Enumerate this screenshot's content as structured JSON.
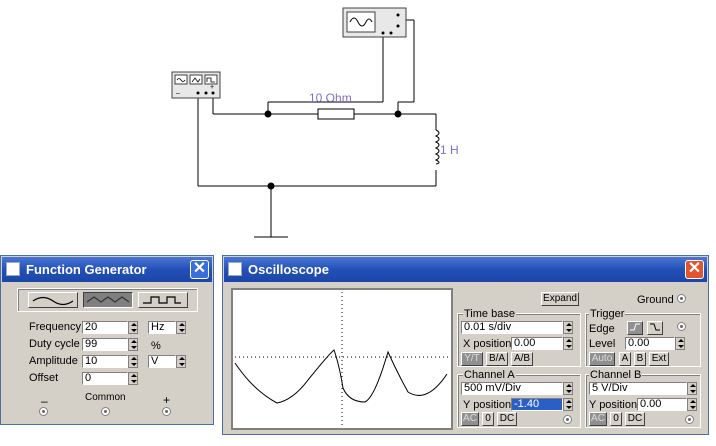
{
  "circuit": {
    "resistor_label": "10  Ohm",
    "inductor_label": "1 H"
  },
  "function_generator": {
    "title": "Function Generator",
    "close_label": "✕",
    "waveforms": [
      "sine-wave-icon",
      "triangle-wave-icon",
      "square-wave-icon"
    ],
    "selected_waveform": "triangle",
    "frequency": {
      "label": "Frequency",
      "value": "20",
      "unit": "Hz"
    },
    "duty_cycle": {
      "label": "Duty cycle",
      "value": "99",
      "unit": "%"
    },
    "amplitude": {
      "label": "Amplitude",
      "value": "10",
      "unit": "V"
    },
    "offset": {
      "label": "Offset",
      "value": "0"
    },
    "terminals": {
      "minus": "–",
      "common": "Common",
      "plus": "+"
    }
  },
  "oscilloscope": {
    "title": "Oscilloscope",
    "close_label": "✕",
    "expand_label": "Expand",
    "ground_label": "Ground",
    "time_base": {
      "label": "Time base",
      "value": "0.01 s/div",
      "x_position_label": "X position",
      "x_position": "0.00",
      "modes": [
        "Y/T",
        "B/A",
        "A/B"
      ]
    },
    "trigger": {
      "label": "Trigger",
      "edge_label": "Edge",
      "level_label": "Level",
      "level_value": "0.00",
      "sources": [
        "Auto",
        "A",
        "B",
        "Ext"
      ]
    },
    "channel_a": {
      "label": "Channel A",
      "scale": "500 mV/Div",
      "y_position_label": "Y position",
      "y_position": "-1.40",
      "coupling": [
        "AC",
        "0",
        "DC"
      ]
    },
    "channel_b": {
      "label": "Channel B",
      "scale": "5  V/Div",
      "y_position_label": "Y position",
      "y_position": "0.00",
      "coupling": [
        "AC",
        "0",
        "DC"
      ]
    }
  },
  "colors": {
    "titlebar": "#2350b8",
    "window_bg": "#d4d0c8",
    "wire": "#000000",
    "label": "#7a72c8",
    "close_red": "#e0552f"
  }
}
